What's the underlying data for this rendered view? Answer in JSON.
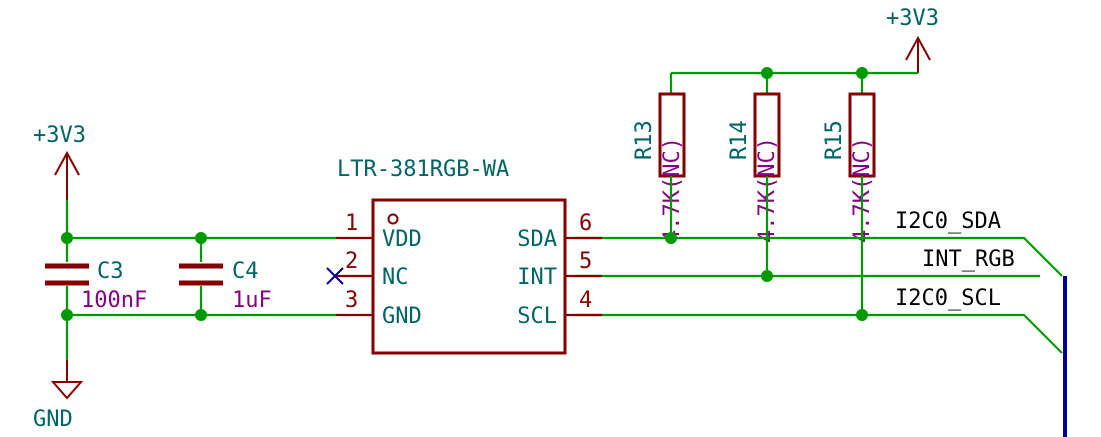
{
  "power": {
    "top_label": "+3V3",
    "left_label": "+3V3",
    "gnd_label": "GND"
  },
  "ic": {
    "value": "LTR-381RGB-WA",
    "pins": [
      {
        "number": "1",
        "name": "VDD"
      },
      {
        "number": "2",
        "name": "NC"
      },
      {
        "number": "3",
        "name": "GND"
      },
      {
        "number": "6",
        "name": "SDA"
      },
      {
        "number": "5",
        "name": "INT"
      },
      {
        "number": "4",
        "name": "SCL"
      }
    ]
  },
  "capacitors": [
    {
      "ref": "C3",
      "value": "100nF"
    },
    {
      "ref": "C4",
      "value": "1uF"
    }
  ],
  "resistors": [
    {
      "ref": "R13",
      "value": "4.7K(NC)"
    },
    {
      "ref": "R14",
      "value": "4.7K(NC)"
    },
    {
      "ref": "R15",
      "value": "4.7K(NC)"
    }
  ],
  "nets": {
    "sda": "I2C0_SDA",
    "int": "INT_RGB",
    "scl": "I2C0_SCL"
  }
}
